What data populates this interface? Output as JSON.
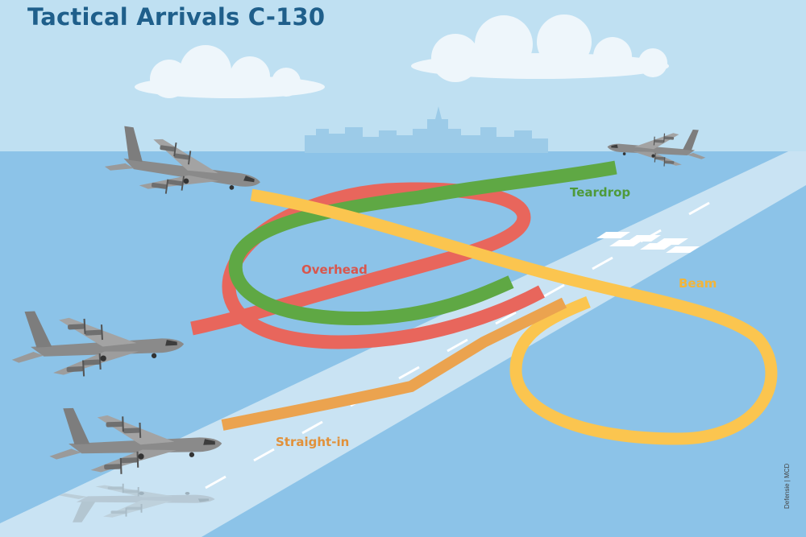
{
  "title": "Tactical Arrivals C-130",
  "procedures": {
    "teardrop": {
      "label": "Teardrop",
      "color": "#5fa844"
    },
    "overhead": {
      "label": "Overhead",
      "color": "#e8665c"
    },
    "beam": {
      "label": "Beam",
      "color": "#fbc54f"
    },
    "straight_in": {
      "label": "Straight-in",
      "color": "#eba34f"
    }
  },
  "credit": "Defensie | MCD",
  "colors": {
    "sky": "#bfe0f2",
    "sea": "#8cc3e8",
    "runway": "#c9e3f3",
    "cloud": "#eef6fb",
    "skyline": "#9ccbe8",
    "aircraft": "#8a8a8a",
    "title": "#1f5f8b"
  }
}
